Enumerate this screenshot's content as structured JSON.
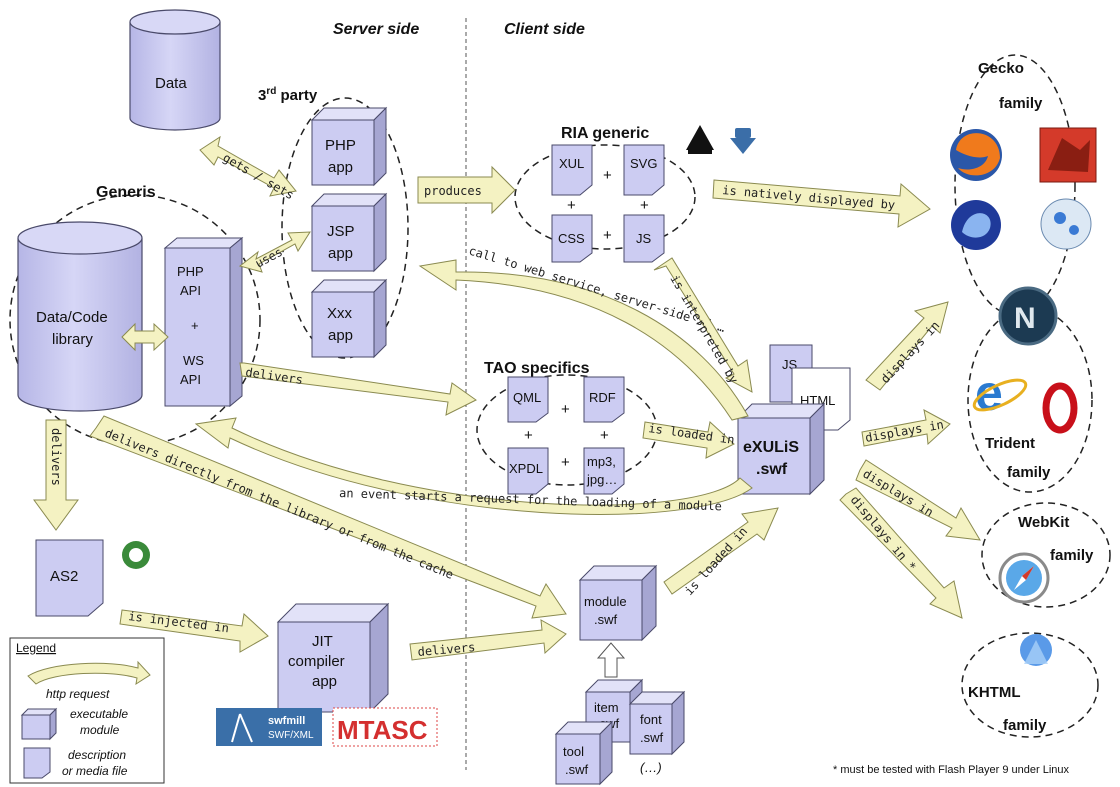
{
  "headers": {
    "server": "Server side",
    "client": "Client side"
  },
  "groups": {
    "third_party": "3rd party",
    "generis": "Generis",
    "ria_generic": "RIA generic",
    "tao_specifics": "TAO specifics",
    "gecko_family": [
      "Gecko",
      "family"
    ],
    "trident_family": [
      "Trident",
      "family"
    ],
    "webkit_family": [
      "WebKit",
      "family"
    ],
    "khtml_family": [
      "KHTML",
      "family"
    ]
  },
  "nodes": {
    "data": "Data",
    "data_code_library": [
      "Data/Code",
      "library"
    ],
    "php_api": [
      "PHP",
      "API",
      "+",
      "WS",
      "API"
    ],
    "php_app": [
      "PHP",
      "app"
    ],
    "jsp_app": [
      "JSP",
      "app"
    ],
    "xxx_app": [
      "Xxx",
      "app"
    ],
    "xul": "XUL",
    "svg": "SVG",
    "css": "CSS",
    "js": "JS",
    "qml": "QML",
    "rdf": "RDF",
    "xpdl": "XPDL",
    "mp3": [
      "mp3,",
      "jpg…"
    ],
    "js_file": "JS",
    "html_file": "HTML",
    "exulis": [
      "eXULiS",
      ".swf"
    ],
    "as2": "AS2",
    "jit": [
      "JIT",
      "compiler",
      "app"
    ],
    "module": [
      "module",
      ".swf"
    ],
    "item": [
      "item",
      ".swf"
    ],
    "font": [
      "font",
      ".swf"
    ],
    "tool": [
      "tool",
      ".swf"
    ],
    "ellipsis": "(…)",
    "plus": "+"
  },
  "arrows": {
    "gets_sets": "gets / sets",
    "uses": "uses",
    "produces": "produces",
    "natively_displayed": "is natively displayed by",
    "call_web_service": "call to web service, server-side JS,…",
    "interpreted_by": "is interpreted by",
    "delivers_api": "delivers",
    "is_loaded_in_tao": "is loaded in",
    "displays_in_1": "displays in",
    "displays_in_2": "displays in",
    "displays_in_3": "displays in",
    "displays_in_4": "displays in *",
    "delivers_as2": "delivers",
    "delivers_directly": "delivers directly from the library or from the cache",
    "event_request": "an event starts a request for the loading of a module",
    "is_injected_in": "is injected in",
    "delivers_jit": "delivers",
    "is_loaded_in_module": "is loaded in"
  },
  "logos": {
    "swfmill": [
      "swfmill",
      "SWF/XML"
    ],
    "mtasc": "MTASC"
  },
  "legend": {
    "title": "Legend",
    "http_request": "http request",
    "executable": [
      "executable",
      "module"
    ],
    "description": [
      "description",
      "or media file"
    ]
  },
  "footnote": "* must be tested with Flash Player 9 under Linux",
  "colors": {
    "box_fill": "#ccccf2",
    "box_stroke": "#4a4a6a",
    "arrow_fill": "#f4f2c2",
    "arrow_stroke": "#8a8a50",
    "cylinder_fill": "#ccccf2"
  }
}
